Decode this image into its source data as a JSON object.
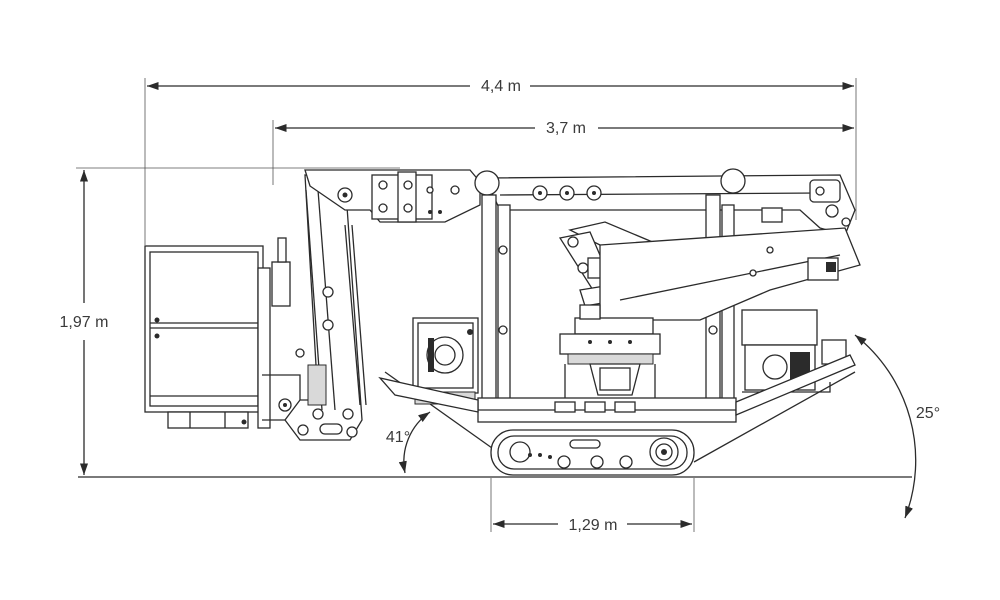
{
  "dimensions": {
    "overall_length": "4,4 m",
    "length_without_basket": "3,7 m",
    "height": "1,97 m",
    "track_length": "1,29 m"
  },
  "angles": {
    "front": "41°",
    "rear": "25°"
  }
}
